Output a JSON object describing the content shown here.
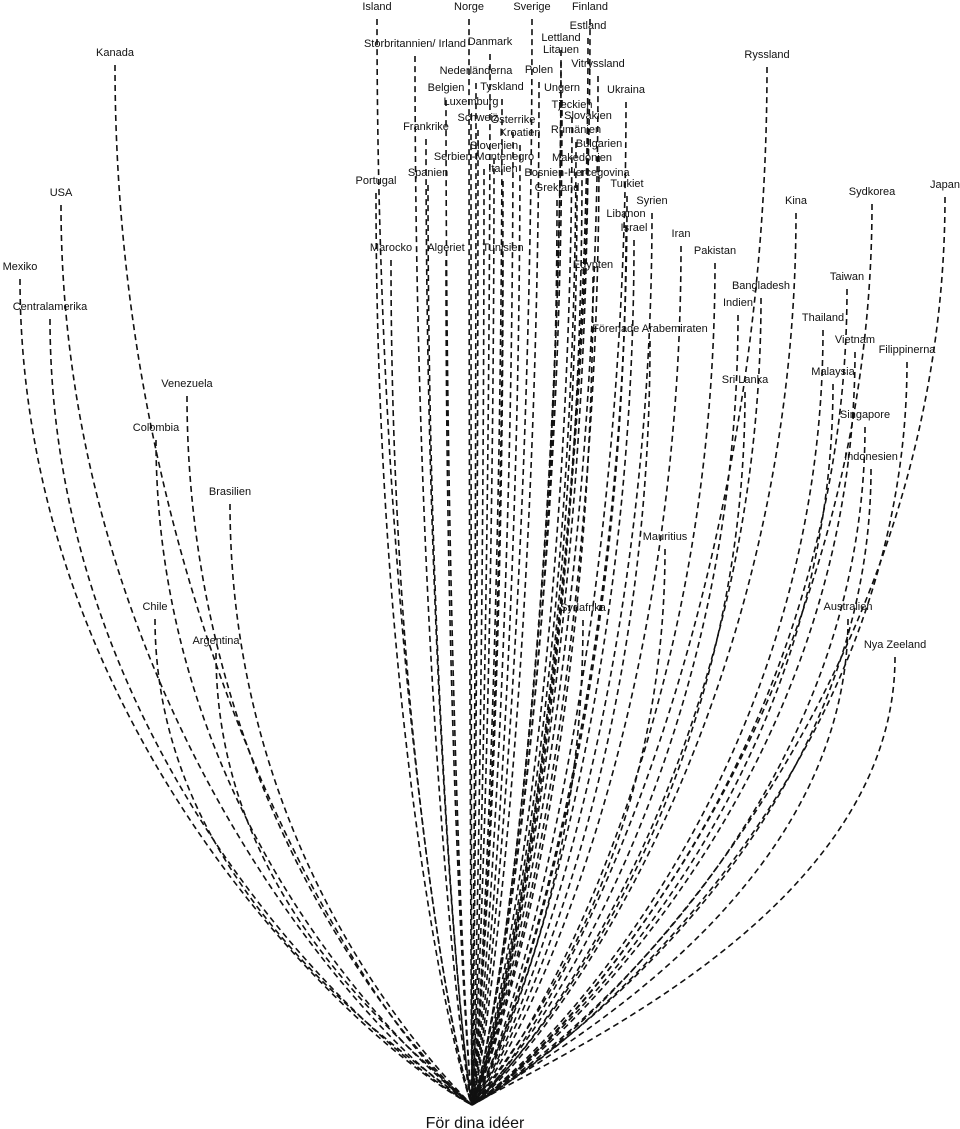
{
  "root": {
    "label": "För dina idéer"
  },
  "countries": [
    "Island",
    "Norge",
    "Sverige",
    "Finland",
    "Estland",
    "Storbritannien/ Irland",
    "Danmark",
    "Lettland",
    "Litauen",
    "Kanada",
    "Ryssland",
    "Vitryssland",
    "Nederländerna",
    "Polen",
    "Belgien",
    "Tyskland",
    "Ungern",
    "Ukraina",
    "Luxemburg",
    "Tjeckien",
    "Schweiz",
    "Österrike",
    "Slovakien",
    "Frankrike",
    "Kroatien",
    "Rumänien",
    "Slovenien",
    "Bulgarien",
    "Serbien-Montenegro",
    "Makedonien",
    "Italien",
    "Spanien",
    "Bosnien-Hercegovina",
    "Portugal",
    "Turkiet",
    "Grekland",
    "USA",
    "Sydkorea",
    "Japan",
    "Syrien",
    "Kina",
    "Libanon",
    "Israel",
    "Iran",
    "Marocko",
    "Algeriet",
    "Tunisien",
    "Pakistan",
    "Mexiko",
    "Egypten",
    "Taiwan",
    "Bangladesh",
    "Indien",
    "Centralamerika",
    "Thailand",
    "Förenade Arabemiraten",
    "Vietnam",
    "Filippinerna",
    "Malaysia",
    "Venezuela",
    "Sri Lanka",
    "Singapore",
    "Colombia",
    "Indonesien",
    "Brasilien",
    "Mauritius",
    "Chile",
    "Sydafrika",
    "Australien",
    "Argentina",
    "Nya Zeeland"
  ]
}
